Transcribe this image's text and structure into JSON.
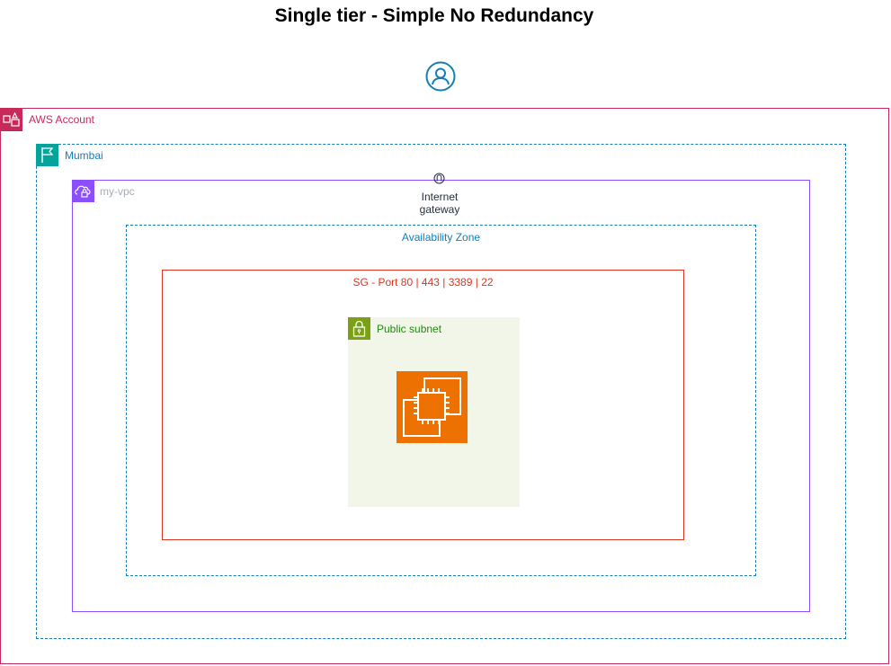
{
  "title": "Single tier - Simple No Redundancy",
  "nodes": {
    "user": {
      "icon": "user-icon"
    },
    "account": {
      "label": "AWS Account",
      "icon": "aws-account-icon",
      "color": "#c7295a"
    },
    "region": {
      "label": "Mumbai",
      "icon": "region-flag-icon",
      "color": "#147eba",
      "badge_color": "#04a39b"
    },
    "vpc": {
      "label": "my-vpc",
      "icon": "vpc-cloud-lock-icon",
      "color": "#8c4fff"
    },
    "igw": {
      "label": "Internet gateway",
      "icon": "internet-gateway-icon"
    },
    "az": {
      "label": "Availability Zone",
      "color": "#147eba"
    },
    "sg": {
      "label": "SG - Port 80 | 443 | 3389 | 22",
      "color": "#dd3522"
    },
    "subnet": {
      "label": "Public subnet",
      "icon": "padlock-icon",
      "color": "#7aa116"
    },
    "ec2": {
      "icon": "ec2-instance-icon",
      "color": "#ed7100"
    }
  }
}
